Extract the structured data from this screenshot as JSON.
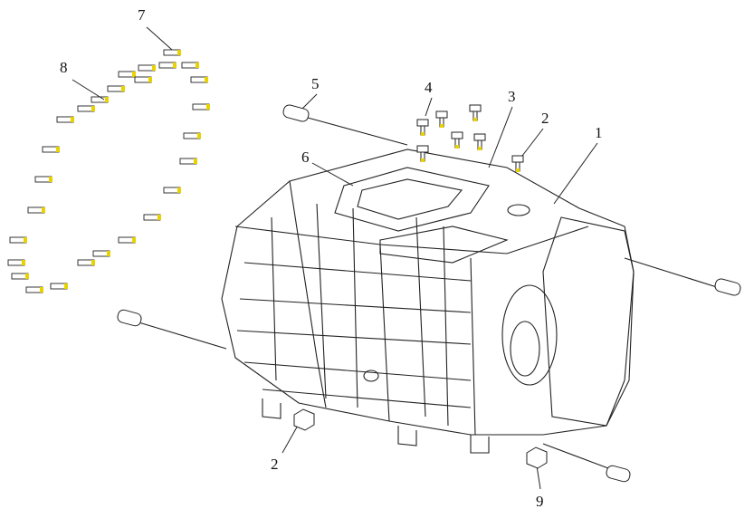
{
  "diagram": {
    "type": "exploded-parts-view",
    "callouts": [
      "7",
      "8",
      "5",
      "4",
      "3",
      "2",
      "1",
      "6",
      "2",
      "9"
    ],
    "colors": {
      "line": "#222222",
      "highlight": "#e8d200"
    }
  }
}
